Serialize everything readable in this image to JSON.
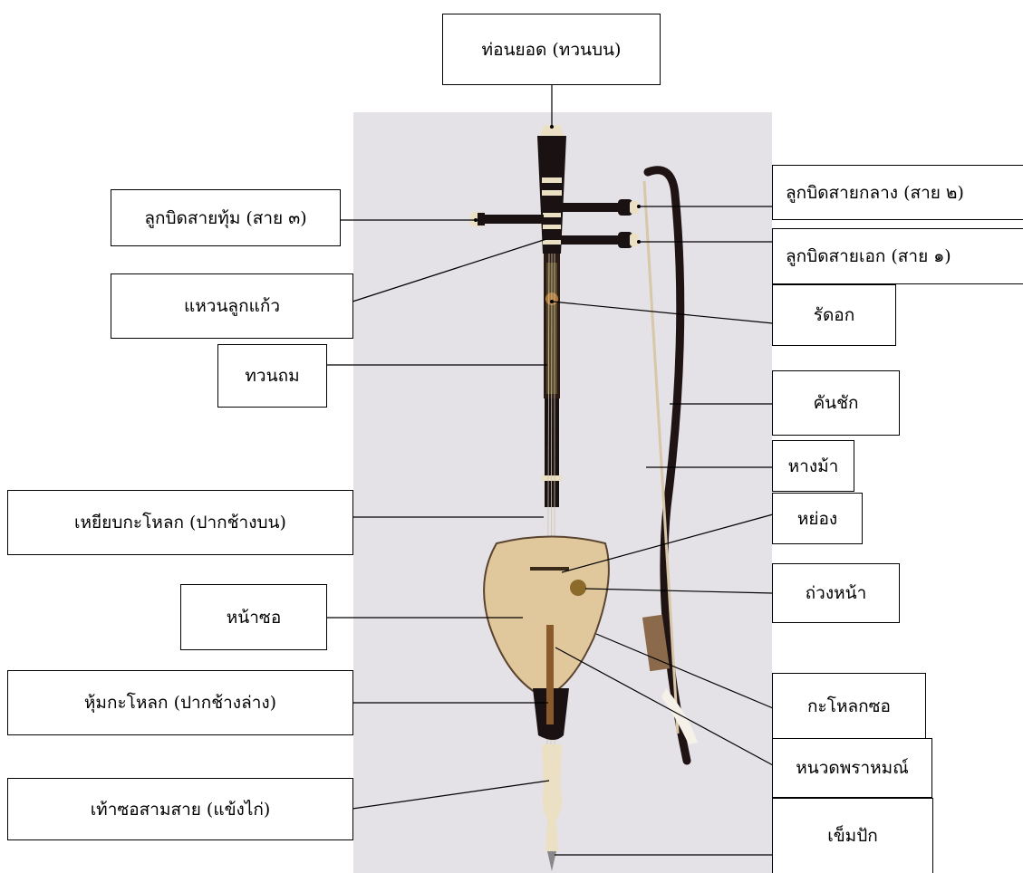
{
  "title": "",
  "labels": {
    "top_tuning_peg_head": "ท่อนยอด (ทวนบน)",
    "low_string_peg": "ลูกบิดสายทุ้ม (สาย ๓)",
    "mid_string_peg": "ลูกบิดสายกลาง (สาย ๒)",
    "high_string_peg": "ลูกบิดสายเอก (สาย ๑)",
    "crystal_ring": "แหวนลูกแก้ว",
    "chest_band": "รัดอก",
    "lower_neck": "ทวนถม",
    "bow_stick": "คันชัก",
    "horse_hair": "หางม้า",
    "upper_skull_hook": "เหยียบกะโหลก (ปากช้างบน)",
    "bridge": "หย่อง",
    "face_pattern": "ถ่วงหน้า",
    "face_skin": "หน้าซอ",
    "body_skull": "กะโหลกซอ",
    "lower_skull_hook": "หุ้มกะโหลก (ปากช้างล่าง)",
    "brahmin_mustache": "หนวดพราหมณ์",
    "foot": "เท้าซอสามสาย (แข้งไก่)",
    "spike": "เข็มปัก"
  },
  "colors": {
    "background_wall": "#e4e2e6",
    "neck_wood": "#1a1112",
    "ivory": "#ece0c4",
    "skin": "#e0c89c",
    "bow_wood": "#1f1314",
    "leader_line": "#000000"
  }
}
